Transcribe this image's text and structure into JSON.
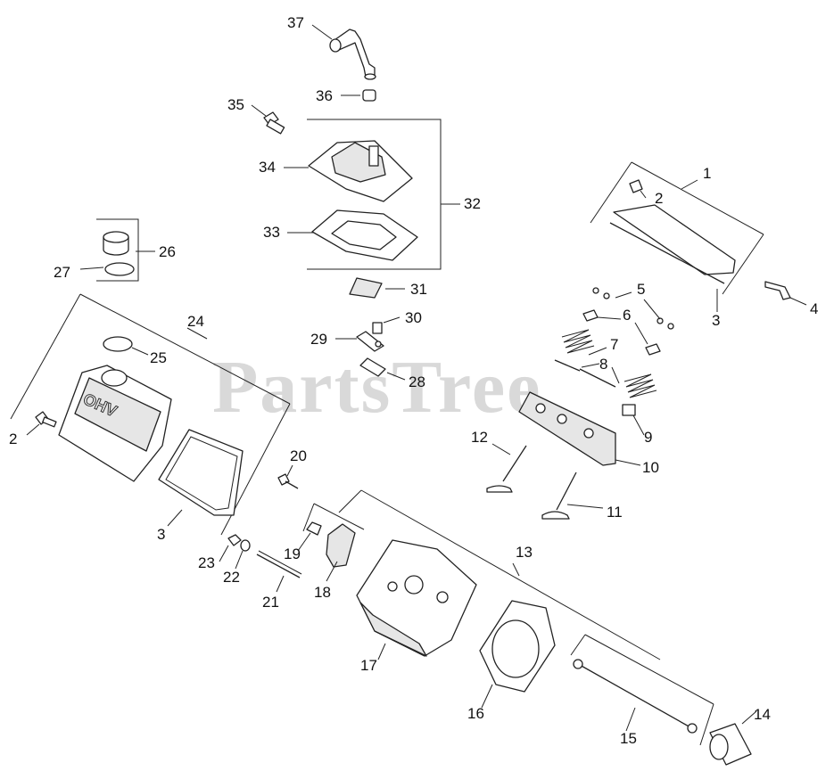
{
  "watermark": "PartsTree",
  "labels": {
    "l1": "1",
    "l2a": "2",
    "l2b": "2",
    "l3a": "3",
    "l3b": "3",
    "l4": "4",
    "l5": "5",
    "l6": "6",
    "l7": "7",
    "l8": "8",
    "l9": "9",
    "l10": "10",
    "l11": "11",
    "l12": "12",
    "l13": "13",
    "l14": "14",
    "l15": "15",
    "l16": "16",
    "l17": "17",
    "l18": "18",
    "l19": "19",
    "l20": "20",
    "l21": "21",
    "l22": "22",
    "l23": "23",
    "l24": "24",
    "l25": "25",
    "l26": "26",
    "l27": "27",
    "l28": "28",
    "l29": "29",
    "l30": "30",
    "l31": "31",
    "l32": "32",
    "l33": "33",
    "l34": "34",
    "l35": "35",
    "l36": "36",
    "l37": "37"
  },
  "cover_emboss": "OHV"
}
